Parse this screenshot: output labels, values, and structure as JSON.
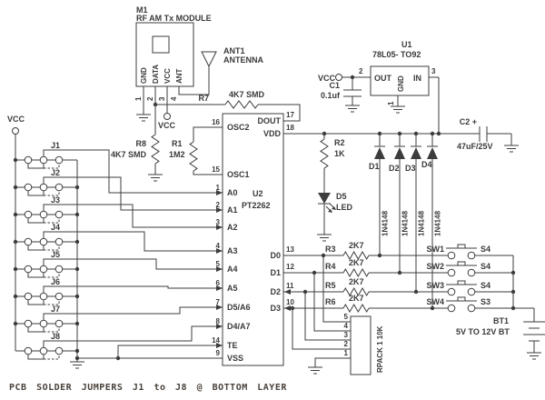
{
  "labels": {
    "vcc": "VCC",
    "caption": "PCB SOLDER JUMPERS J1 to J8 @ BOTTOM LAYER",
    "m1": {
      "ref": "M1",
      "desc": "RF AM Tx MODULE",
      "pin_gnd": "GND",
      "pin_data": "DATA",
      "pin_vcc": "VCC",
      "pin_ant": "ANT",
      "n1": "1",
      "n2": "2",
      "n3": "3",
      "n4": "4"
    },
    "ant1": {
      "ref": "ANT1",
      "desc": "ANTENNA"
    },
    "u1": {
      "ref": "U1",
      "desc": "78L05- TO92",
      "out": "OUT",
      "gnd": "GND",
      "in": "IN",
      "n_out": "2",
      "n_gnd": "1",
      "n_in": "3"
    },
    "u2": {
      "ref": "U2",
      "desc": "PT2262",
      "left": [
        {
          "n": "16",
          "name": "OSC2"
        },
        {
          "n": "15",
          "name": "OSC1"
        },
        {
          "n": "1",
          "name": "A0"
        },
        {
          "n": "2",
          "name": "A1"
        },
        {
          "n": "3",
          "name": "A2"
        },
        {
          "n": "4",
          "name": "A3"
        },
        {
          "n": "5",
          "name": "A4"
        },
        {
          "n": "6",
          "name": "A5"
        },
        {
          "n": "7",
          "name": "D5/A6"
        },
        {
          "n": "8",
          "name": "D4/A7"
        },
        {
          "n": "14",
          "name": "TE"
        },
        {
          "n": "9",
          "name": "VSS"
        }
      ],
      "right": [
        {
          "n": "17",
          "name": "DOUT"
        },
        {
          "n": "18",
          "name": "VDD"
        },
        {
          "n": "13",
          "name": "D0"
        },
        {
          "n": "12",
          "name": "D1"
        },
        {
          "n": "11",
          "name": "D2"
        },
        {
          "n": "10",
          "name": "D3"
        }
      ]
    },
    "r1": {
      "ref": "R1",
      "value": "1M2"
    },
    "r2": {
      "ref": "R2",
      "value": "1K"
    },
    "r3": {
      "ref": "R3",
      "value": "2K7"
    },
    "r4": {
      "ref": "R4",
      "value": "2K7"
    },
    "r5": {
      "ref": "R5",
      "value": "2K7"
    },
    "r6": {
      "ref": "R6",
      "value": "2K7"
    },
    "r7": {
      "ref": "R7",
      "value": "4K7 SMD"
    },
    "r8": {
      "ref": "R8",
      "value": "4K7 SMD"
    },
    "c1": {
      "ref": "C1",
      "value": "0.1uf"
    },
    "c2": {
      "ref": "C2 +",
      "value": "47uF/25V"
    },
    "d1": {
      "ref": "D1",
      "value": "1N4148"
    },
    "d2": {
      "ref": "D2",
      "value": "1N4148"
    },
    "d3": {
      "ref": "D3",
      "value": "1N4148"
    },
    "d4": {
      "ref": "D4",
      "value": "1N4148"
    },
    "d5": {
      "ref": "D5",
      "value": "LED"
    },
    "rpack": {
      "name": "RPACK 1 10K",
      "pins": [
        "5",
        "4",
        "3",
        "2",
        "1"
      ]
    },
    "sw": [
      {
        "ref": "SW1",
        "side": "S4"
      },
      {
        "ref": "SW2",
        "side": "S4"
      },
      {
        "ref": "SW3",
        "side": "S4"
      },
      {
        "ref": "SW4",
        "side": "S3"
      }
    ],
    "bt1": {
      "ref": "BT1",
      "desc": "5V TO 12V BT"
    },
    "jumpers": [
      "J1",
      "J2",
      "J3",
      "J4",
      "J5",
      "J6",
      "J7",
      "J8"
    ]
  },
  "colors": {
    "ink": "#3c3c3c",
    "background": "#ffffff",
    "caption_ink": "#4a423c"
  }
}
